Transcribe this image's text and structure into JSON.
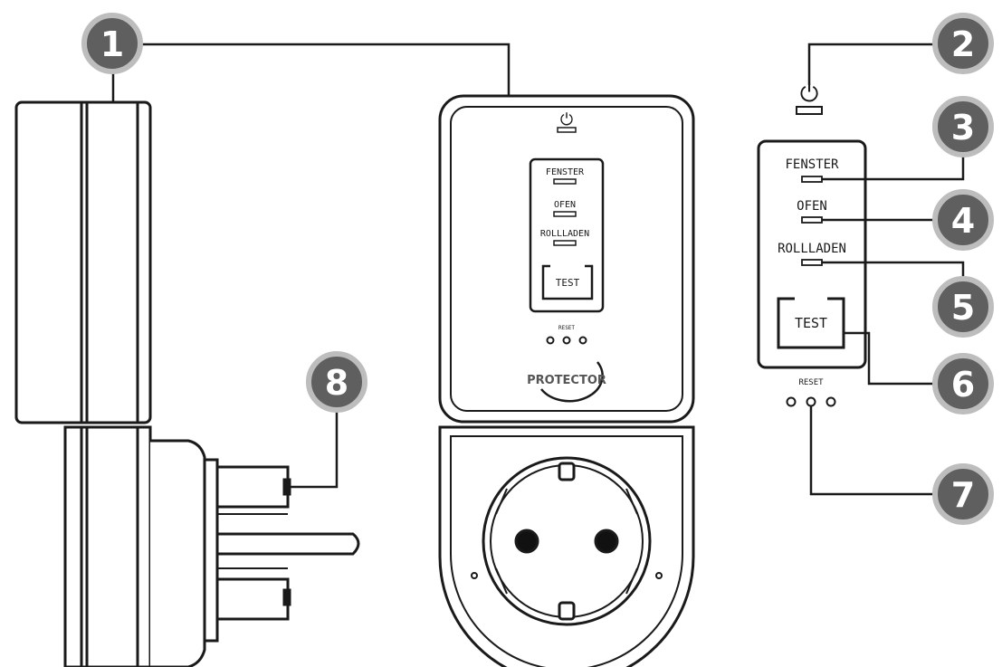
{
  "callouts": [
    "1",
    "2",
    "3",
    "4",
    "5",
    "6",
    "7",
    "8"
  ],
  "device": {
    "power_symbol": "⏻",
    "leds": [
      "FENSTER",
      "OFEN",
      "ROLLLADEN"
    ],
    "test_label": "TEST",
    "reset_label": "RESET",
    "brand": "PROTECTOR"
  },
  "colors": {
    "line": "#1a1a1a",
    "badge_fill": "#5f5f5f",
    "badge_ring": "#bdbdbd",
    "badge_text": "#ffffff"
  }
}
